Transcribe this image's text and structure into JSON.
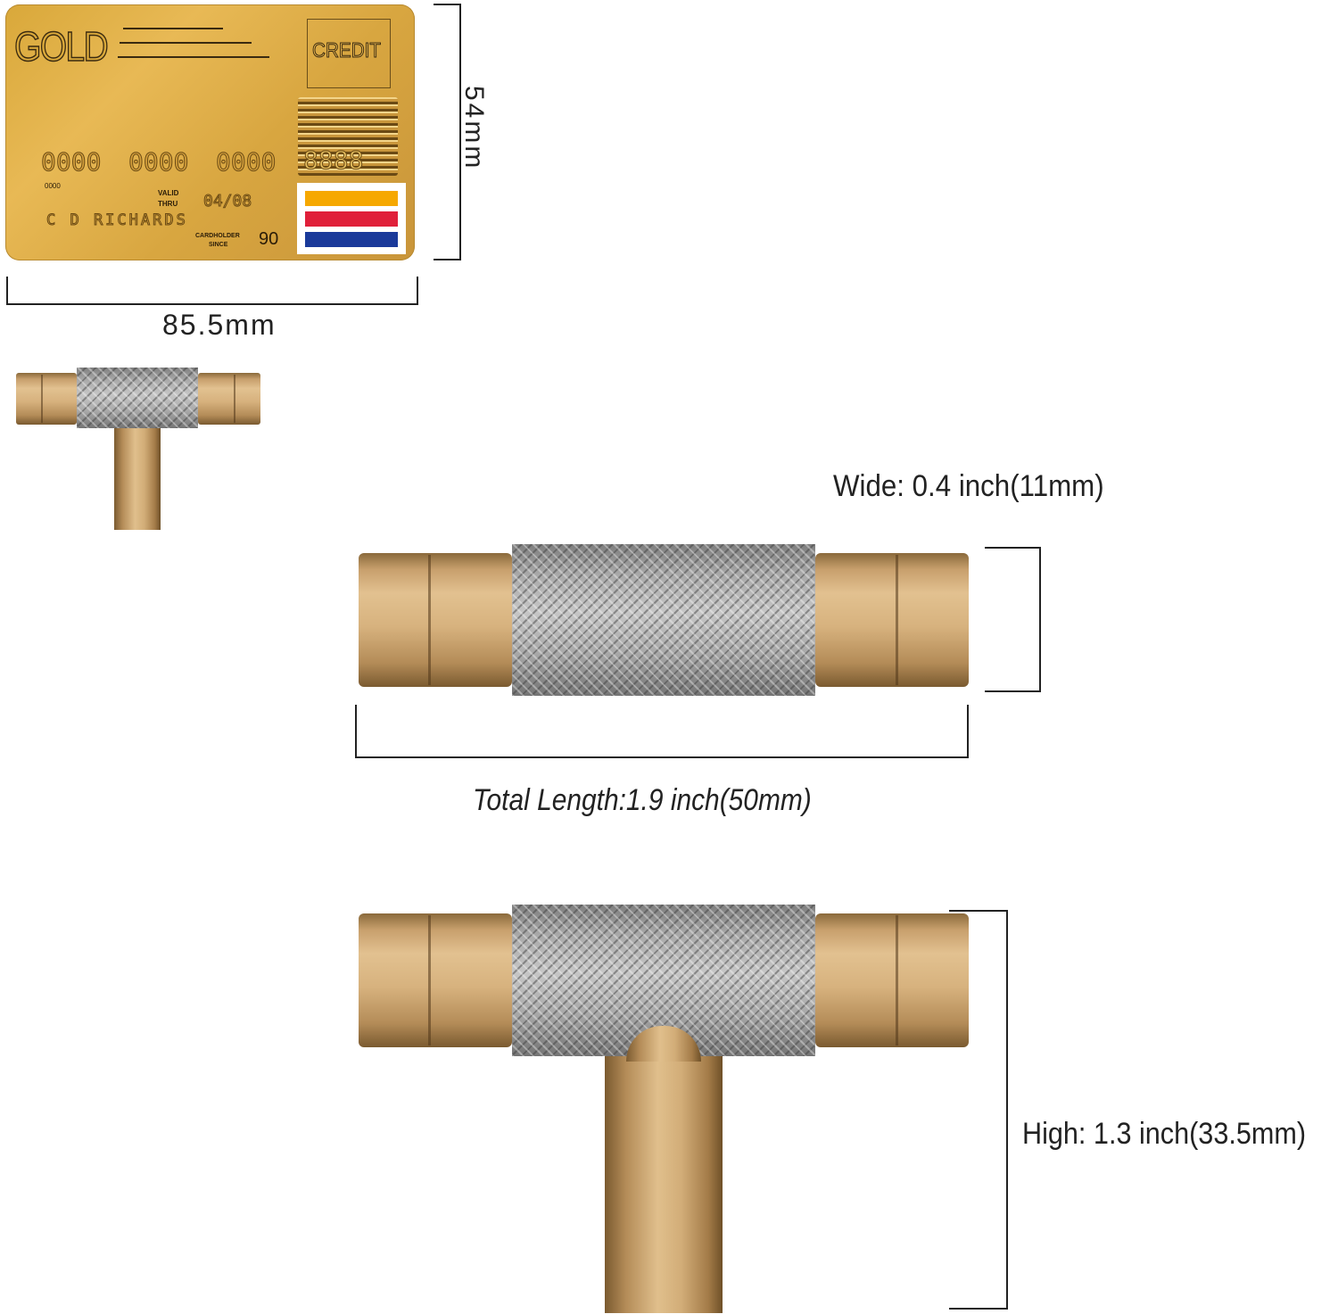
{
  "card": {
    "brand": "GOLD",
    "type": "CREDIT",
    "number_groups": [
      "0000",
      "0000",
      "0000",
      "8888"
    ],
    "small_number": "0000",
    "valid_thru_label_1": "VALID",
    "valid_thru_label_2": "THRU",
    "expiry": "04/08",
    "holder_name": "C D RICHARDS",
    "cardholder_since_label_1": "CARDHOLDER",
    "cardholder_since_label_2": "SINCE",
    "since_year": "90",
    "stripe_colors": [
      "#f6a800",
      "#e0203a",
      "#1a3a9a"
    ]
  },
  "card_dimensions": {
    "height": "54mm",
    "width": "85.5mm"
  },
  "knob_dimensions": {
    "wide": "Wide: 0.4 inch(11mm)",
    "total_length": "Total Length:1.9  inch(50mm)",
    "high": "High: 1.3 inch(33.5mm)"
  },
  "colors": {
    "brass": "#d7b27e",
    "knurl": "#a9a9a9"
  }
}
